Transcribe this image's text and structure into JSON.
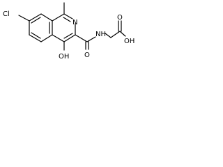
{
  "molecule": {
    "atoms": {
      "chlorine": "Cl",
      "ring_nitrogen": "N",
      "hydroxyl": "OH",
      "carbonyl_oxygen": "O",
      "amide_nh": "NH",
      "acid_hydroxyl": "OH",
      "acid_carbonyl_oxygen": "O"
    }
  }
}
